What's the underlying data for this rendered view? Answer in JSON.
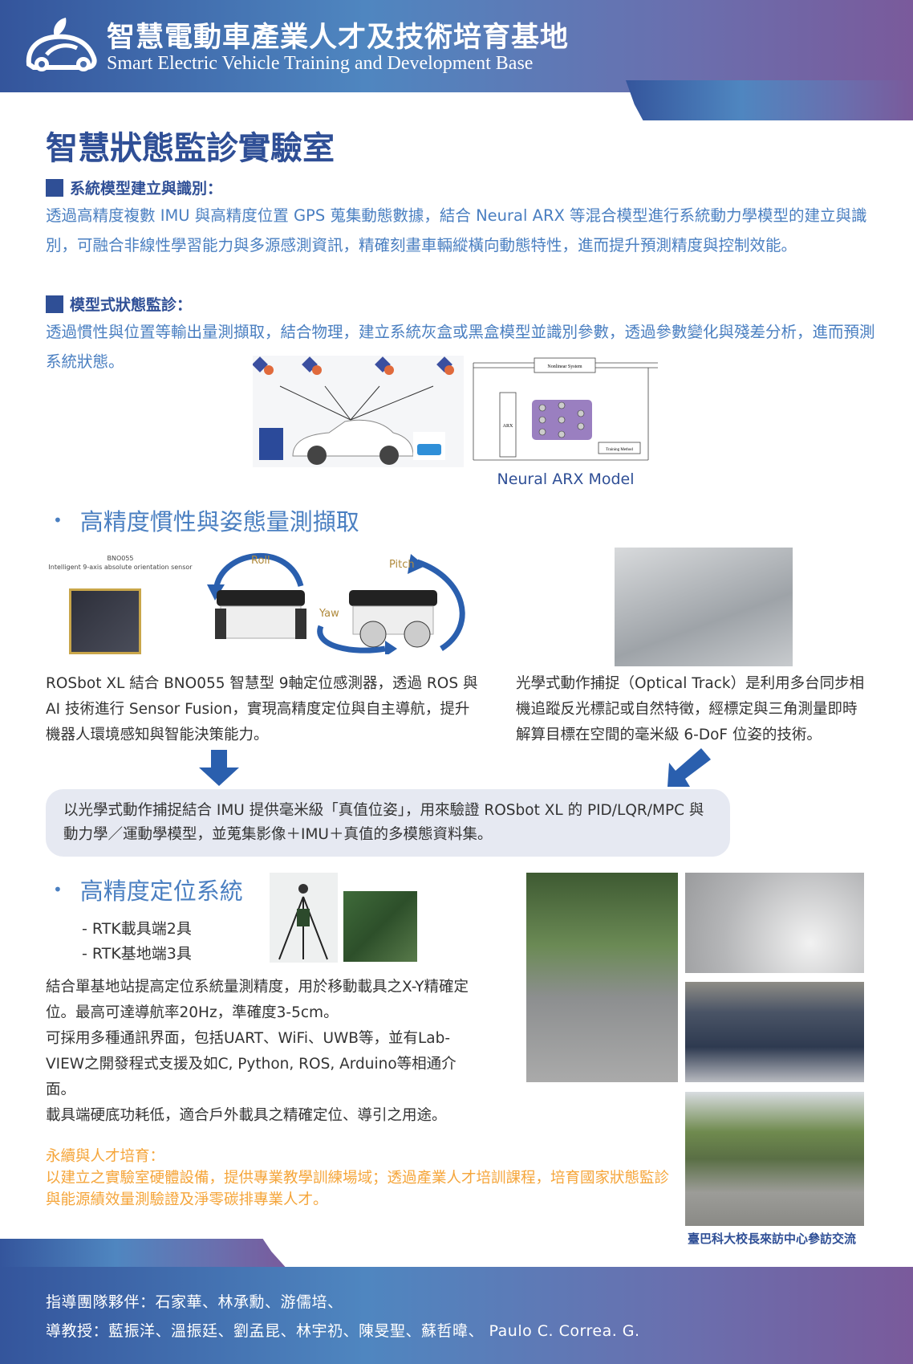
{
  "header": {
    "title_cn": "智慧電動車產業人才及技術培育基地",
    "title_en": "Smart Electric Vehicle Training and Development Base",
    "logo_icon": "car-leaf-logo"
  },
  "main_title": "智慧狀態監診實驗室",
  "section1": {
    "heading": "系統模型建立與識別：",
    "text": "透過高精度複數 IMU 與高精度位置 GPS 蒐集動態數據，結合 Neural ARX 等混合模型進行系統動力學模型的建立與識別，可融合非線性學習能力與多源感測資訊，精確刻畫車輛縱橫向動態特性，進而提升預測精度與控制效能。"
  },
  "section2": {
    "heading": "模型式狀態監診：",
    "text": "透過慣性與位置等輸出量測擷取，結合物理，建立系統灰盒或黑盒模型並識別參數，透過參數變化與殘差分析，進而預測系統狀態。"
  },
  "arx_diagram": {
    "nonlinear": "Nonlinear System",
    "arx": "ARX",
    "training": "Training Method",
    "caption": "Neural ARX Model"
  },
  "imu_section": {
    "heading": "高精度慣性與姿態量測擷取",
    "sensor_name": "BNO055",
    "sensor_desc": "Intelligent 9-axis absolute orientation sensor",
    "roll": "Roll",
    "pitch": "Pitch",
    "yaw": "Yaw",
    "left_text": "ROSbot XL 結合 BNO055 智慧型 9軸定位感測器，透過 ROS 與 AI 技術進行 Sensor Fusion，實現高精度定位與自主導航，提升機器人環境感知與智能決策能力。",
    "right_text": "光學式動作捕捉（Optical Track）是利用多台同步相機追蹤反光標記或自然特徵，經標定與三角測量即時解算目標在空間的毫米級 6-DoF 位姿的技術。",
    "summary": "以光學式動作捕捉結合 IMU 提供毫米級「真值位姿」，用來驗證 ROSbot XL 的 PID/LQR/MPC 與動力學／運動學模型，並蒐集影像＋IMU＋真值的多模態資料集。"
  },
  "rtk_section": {
    "heading": "高精度定位系統",
    "items": [
      "- RTK載具端2具",
      "- RTK基地端3具"
    ],
    "paragraphs": [
      "結合單基地站提高定位系統量測精度，用於移動載具之X-Y精確定位。最高可達導航率20Hz，準確度3-5cm。",
      "可採用多種通訊界面，包括UART、WiFi、UWB等，並有Lab-VIEW之開發程式支援及如C, Python, ROS, Arduino等相通介面。",
      "載具端硬底功耗低，適合戶外載具之精確定位、導引之用途。"
    ],
    "visit_caption": "臺巴科大校長來訪中心參訪交流"
  },
  "sustain": {
    "heading": "永續與人才培育：",
    "text": "以建立之實驗室硬體設備，提供專業教學訓練場域；透過產業人才培訓課程，培育國家狀態監診與能源績效量測驗證及淨零碳排專業人才。"
  },
  "footer": {
    "team": "指導團隊夥伴：石家華、林承勳、游儒培、",
    "advisors": "導教授：藍振洋、溫振廷、劉孟昆、林宇礽、陳旻聖、蘇哲暐、 Paulo C. Correa. G."
  },
  "colors": {
    "primary": "#2f4f96",
    "accent_blue": "#4a7fc1",
    "orange": "#f5a53a",
    "box_bg": "#e6e9f2"
  }
}
